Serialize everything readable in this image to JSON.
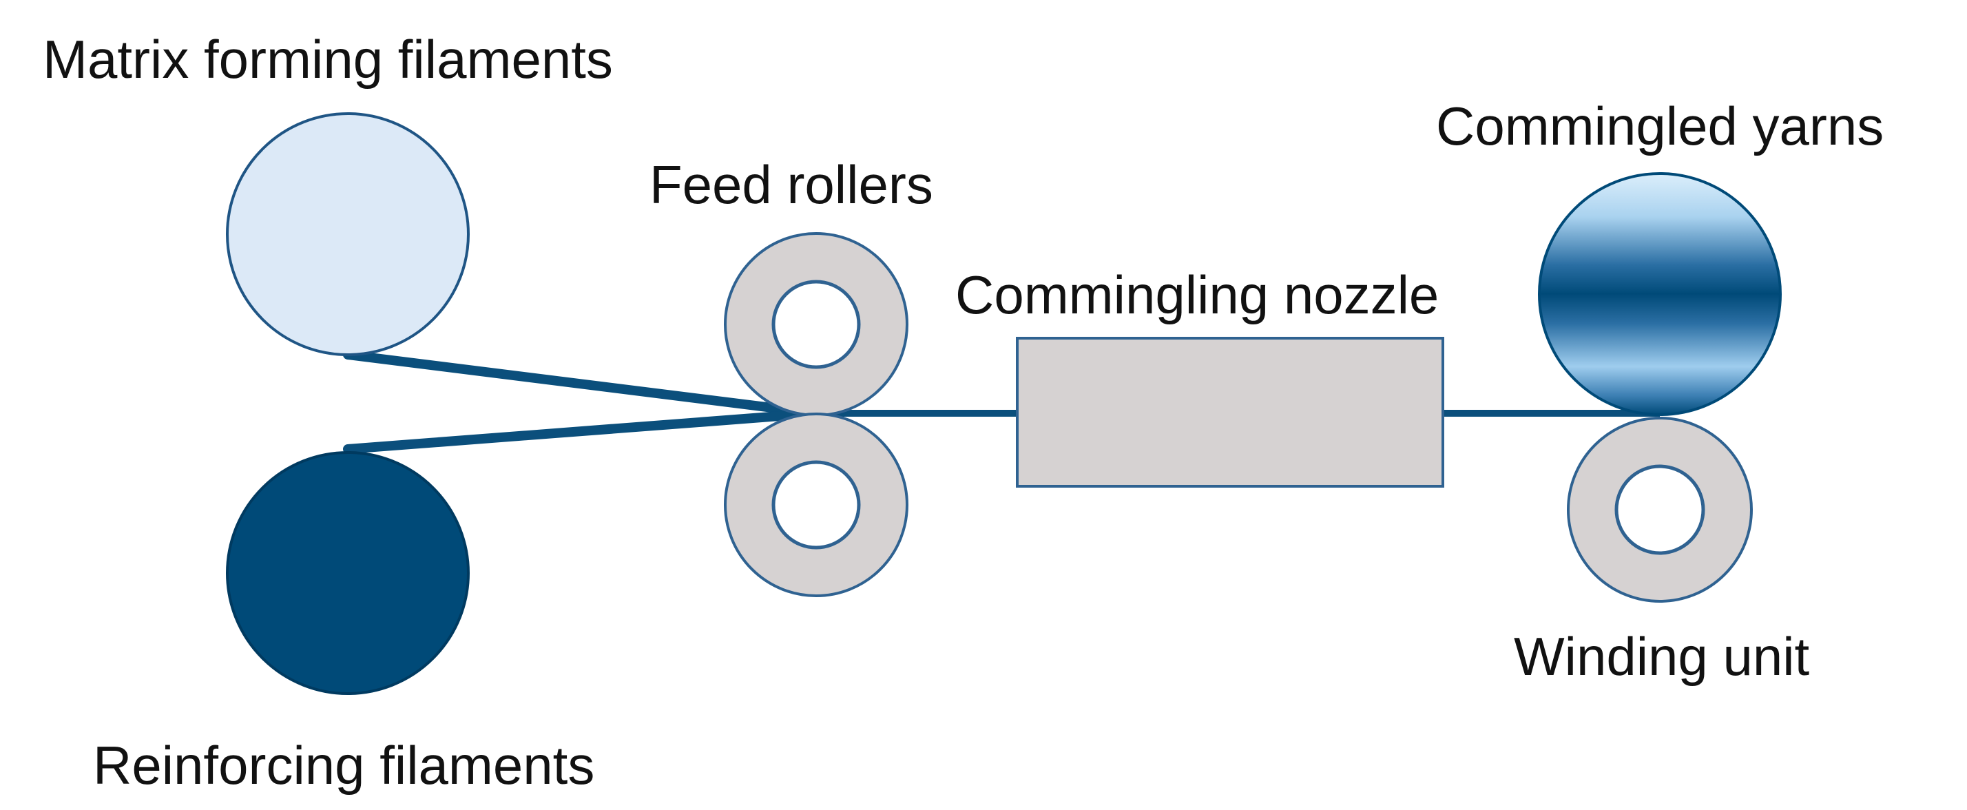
{
  "labels": {
    "matrix_forming_filaments": "Matrix forming filaments",
    "reinforcing_filaments": "Reinforcing filaments",
    "feed_rollers": "Feed rollers",
    "commingling_nozzle": "Commingling nozzle",
    "commingled_yarns": "Commingled yarns",
    "winding_unit": "Winding unit"
  },
  "colors": {
    "matrix_spool": "#dce9f7",
    "reinforcing_spool": "#004a78",
    "yarn_path": "#0b4f7c",
    "roller_fill": "#d6d2d2",
    "roller_outline": "#2f6291",
    "nozzle_fill": "#d6d2d2",
    "nozzle_outline": "#2f6291",
    "commingled_gradient_dark": "#004a78",
    "commingled_gradient_light": "#a9d2ef"
  }
}
